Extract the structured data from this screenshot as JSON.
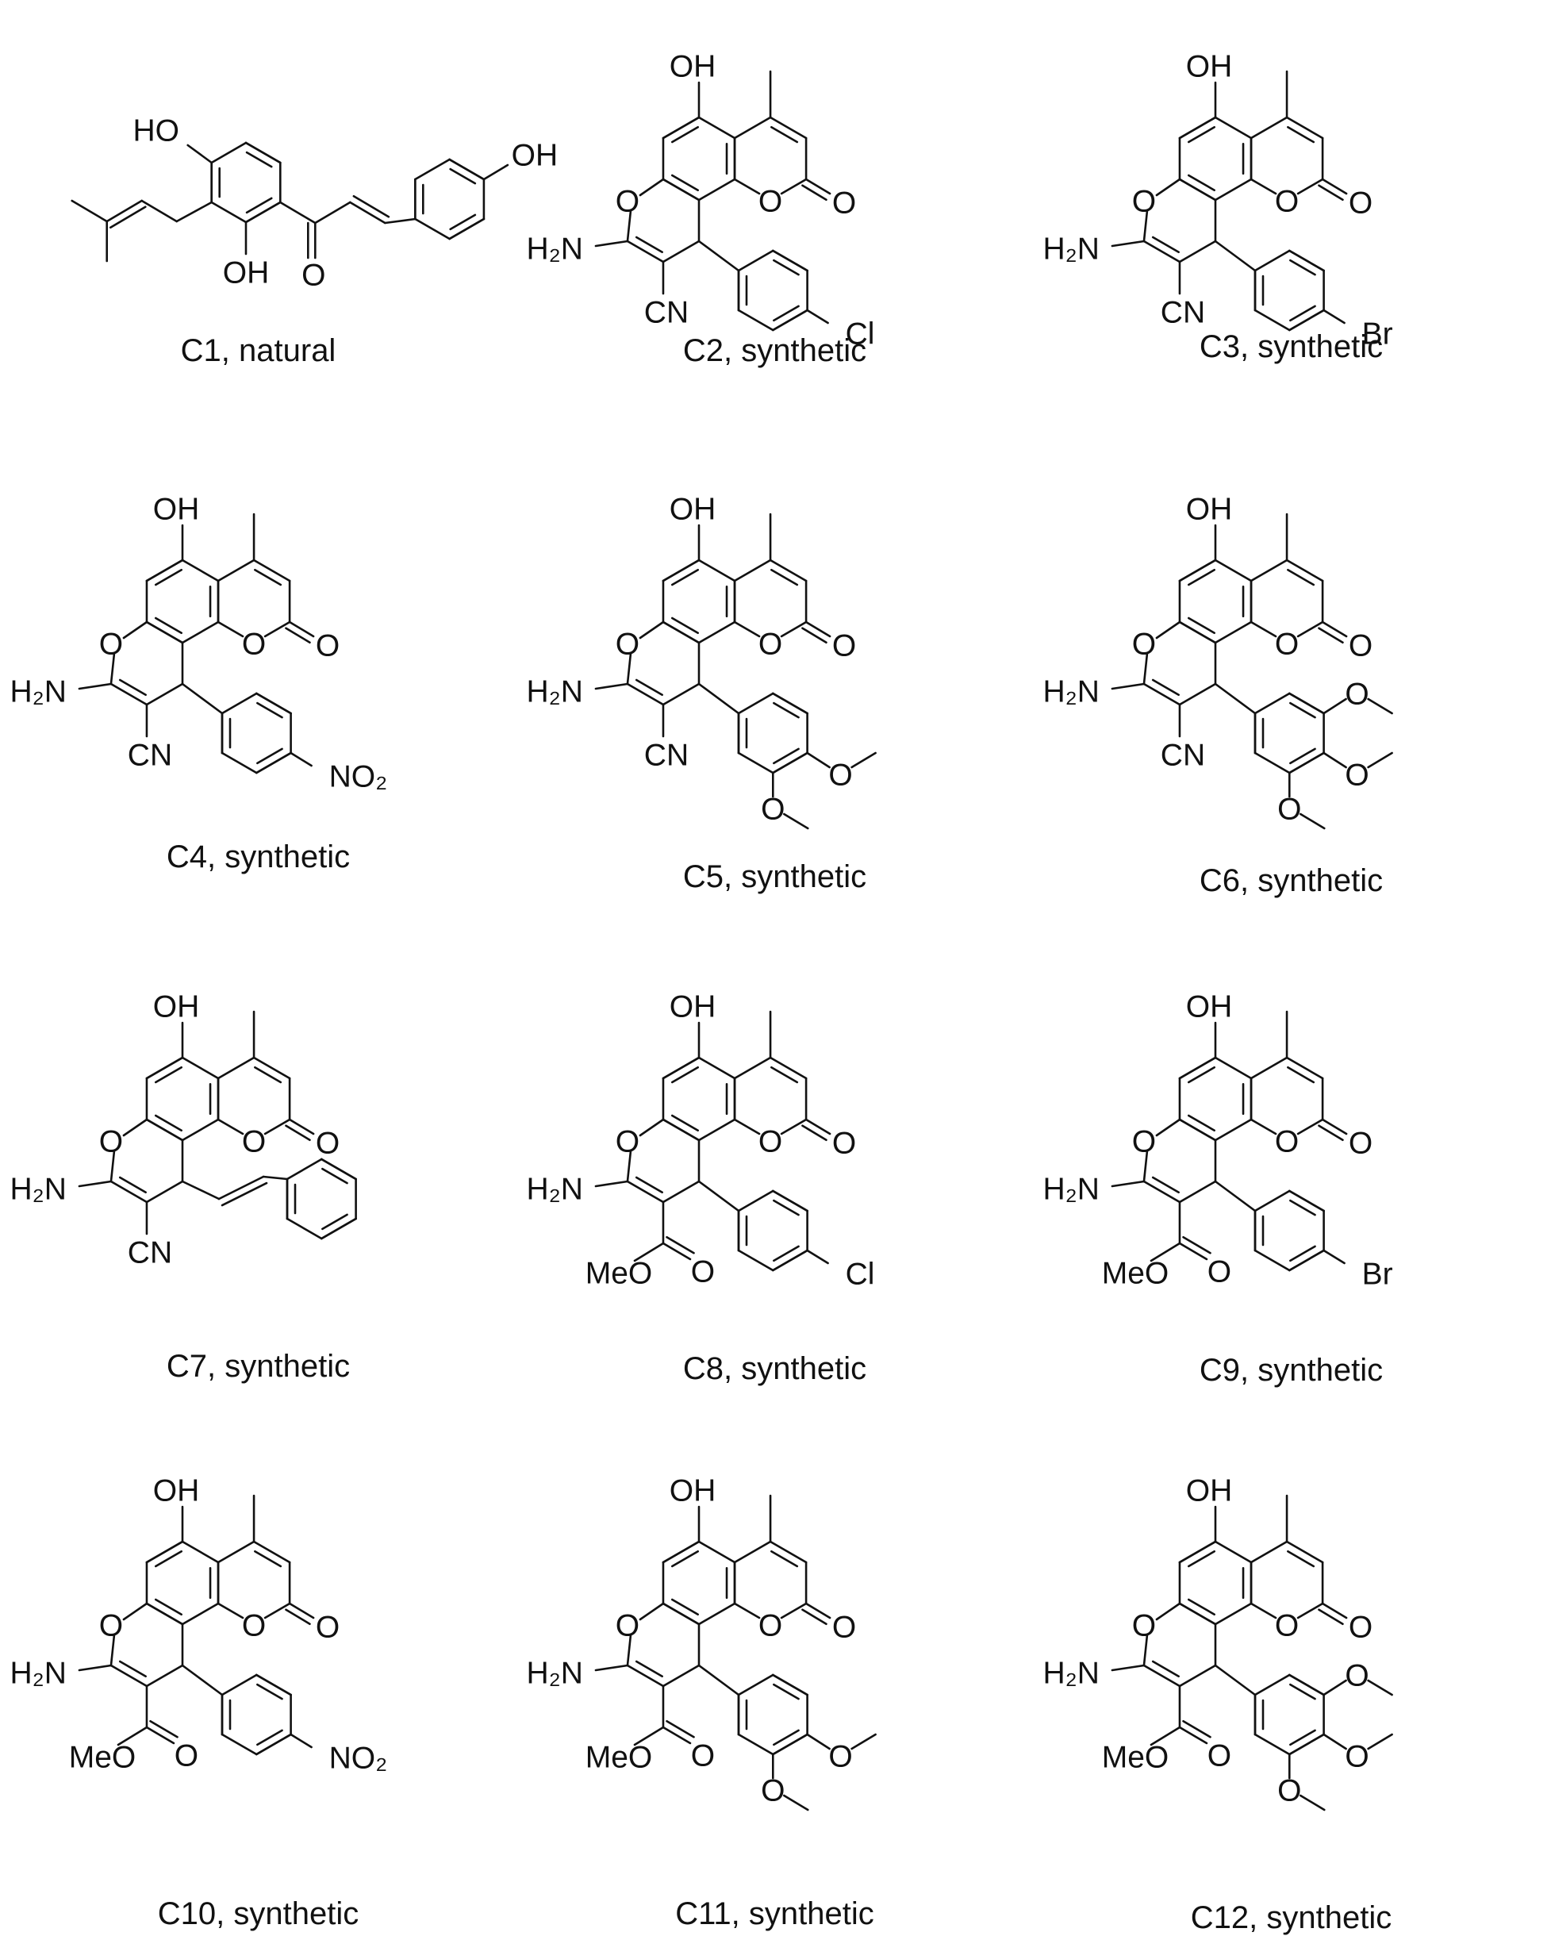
{
  "compounds": [
    {
      "id": "C1",
      "caption": "C1, natural",
      "labels": {
        "oh_top": "HO",
        "oh_right": "OH",
        "oh_bottom": "OH",
        "carbonyl": "O"
      }
    },
    {
      "id": "C2",
      "caption": "C2, synthetic",
      "labels": {
        "oh": "OH",
        "ring_o": "O",
        "lactone_o": "O",
        "carbonyl_o": "O",
        "amine": "H₂N",
        "nitrile": "CN",
        "sub1": "Cl"
      }
    },
    {
      "id": "C3",
      "caption": "C3, synthetic",
      "labels": {
        "oh": "OH",
        "ring_o": "O",
        "lactone_o": "O",
        "carbonyl_o": "O",
        "amine": "H₂N",
        "nitrile": "CN",
        "sub1": "Br"
      }
    },
    {
      "id": "C4",
      "caption": "C4, synthetic",
      "labels": {
        "oh": "OH",
        "ring_o": "O",
        "lactone_o": "O",
        "carbonyl_o": "O",
        "amine": "H₂N",
        "nitrile": "CN",
        "sub1": "NO₂"
      }
    },
    {
      "id": "C5",
      "caption": "C5, synthetic",
      "labels": {
        "oh": "OH",
        "ring_o": "O",
        "lactone_o": "O",
        "carbonyl_o": "O",
        "amine": "H₂N",
        "nitrile": "CN",
        "sub1": "O",
        "sub2": "O"
      }
    },
    {
      "id": "C6",
      "caption": "C6, synthetic",
      "labels": {
        "oh": "OH",
        "ring_o": "O",
        "lactone_o": "O",
        "carbonyl_o": "O",
        "amine": "H₂N",
        "nitrile": "CN",
        "sub1": "O",
        "sub2": "O",
        "sub3": "O"
      }
    },
    {
      "id": "C7",
      "caption": "C7, synthetic",
      "labels": {
        "oh": "OH",
        "ring_o": "O",
        "lactone_o": "O",
        "carbonyl_o": "O",
        "amine": "H₂N",
        "nitrile": "CN"
      }
    },
    {
      "id": "C8",
      "caption": "C8, synthetic",
      "labels": {
        "oh": "OH",
        "ring_o": "O",
        "lactone_o": "O",
        "carbonyl_o": "O",
        "amine": "H₂N",
        "ester_me": "MeO",
        "ester_o": "O",
        "sub1": "Cl"
      }
    },
    {
      "id": "C9",
      "caption": "C9, synthetic",
      "labels": {
        "oh": "OH",
        "ring_o": "O",
        "lactone_o": "O",
        "carbonyl_o": "O",
        "amine": "H₂N",
        "ester_me": "MeO",
        "ester_o": "O",
        "sub1": "Br"
      }
    },
    {
      "id": "C10",
      "caption": "C10, synthetic",
      "labels": {
        "oh": "OH",
        "ring_o": "O",
        "lactone_o": "O",
        "carbonyl_o": "O",
        "amine": "H₂N",
        "ester_me": "MeO",
        "ester_o": "O",
        "sub1": "NO₂"
      }
    },
    {
      "id": "C11",
      "caption": "C11, synthetic",
      "labels": {
        "oh": "OH",
        "ring_o": "O",
        "lactone_o": "O",
        "carbonyl_o": "O",
        "amine": "H₂N",
        "ester_me": "MeO",
        "ester_o": "O",
        "sub1": "O",
        "sub2": "O"
      }
    },
    {
      "id": "C12",
      "caption": "C12, synthetic",
      "labels": {
        "oh": "OH",
        "ring_o": "O",
        "lactone_o": "O",
        "carbonyl_o": "O",
        "amine": "H₂N",
        "ester_me": "MeO",
        "ester_o": "O",
        "sub1": "O",
        "sub2": "O",
        "sub3": "O"
      }
    }
  ]
}
